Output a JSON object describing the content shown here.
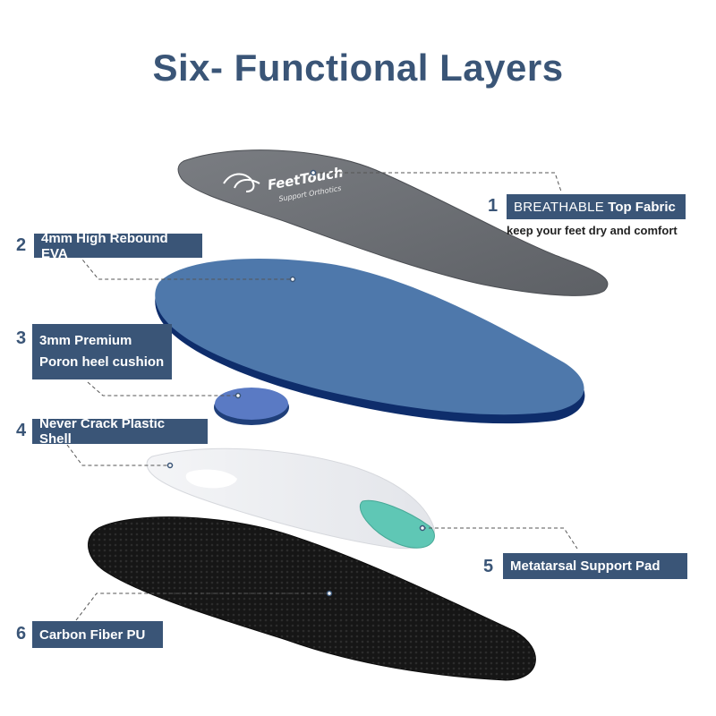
{
  "title": "Six- Functional Layers",
  "layers": [
    {
      "number": "1",
      "label_light": "BREATHABLE",
      "label_bold": "Top Fabric",
      "subtext": "keep your feet dry and comfort"
    },
    {
      "number": "2",
      "label": "4mm High Rebound EVA"
    },
    {
      "number": "3",
      "label_line1": "3mm Premium",
      "label_line2": "Poron heel cushion"
    },
    {
      "number": "4",
      "label": "Never Crack Plastic Shell"
    },
    {
      "number": "5",
      "label": "Metatarsal Support Pad"
    },
    {
      "number": "6",
      "label": "Carbon Fiber PU"
    }
  ],
  "brand": {
    "name": "FeetTouch",
    "tagline": "Support Orthotics"
  },
  "colors": {
    "accent": "#3a5577",
    "top_fabric": "#6b6e73",
    "eva": "#4e78ab",
    "shell": "#eeeff2",
    "pad": "#5fc7b5",
    "carbon": "#1a1a1a"
  }
}
